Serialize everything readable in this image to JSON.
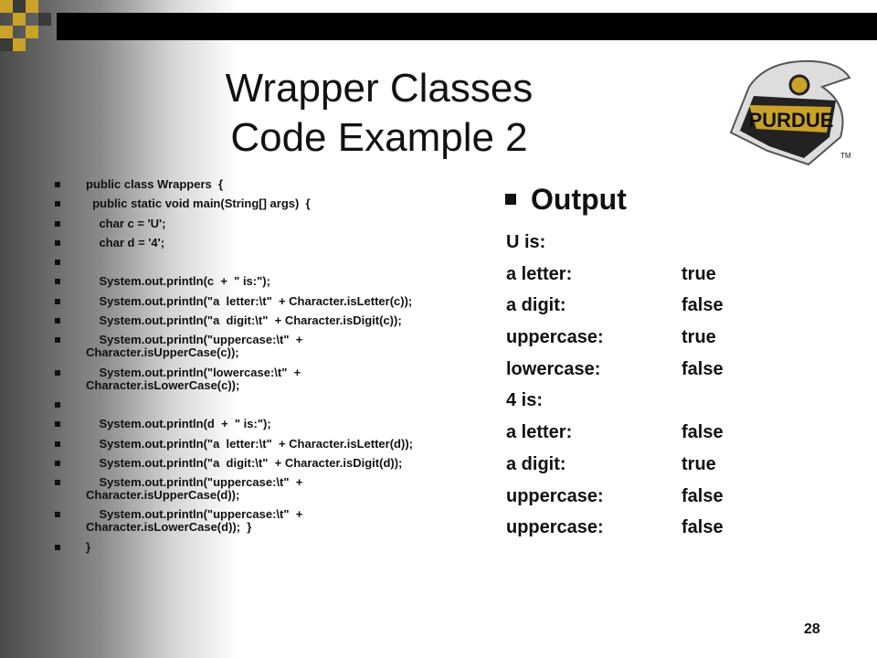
{
  "slide": {
    "title_line1": "Wrapper Classes",
    "title_line2": "Code Example 2",
    "page_number": "28"
  },
  "logo": {
    "text": "PURDUE",
    "tm": "TM"
  },
  "code_lines": [
    "public class Wrappers  {",
    "  public static void main(String[] args)  {",
    "    char c = 'U';",
    "    char d = '4';",
    "",
    "    System.out.println(c  +  \" is:\");",
    "    System.out.println(\"a  letter:\\t\"  + Character.isLetter(c));",
    "    System.out.println(\"a  digit:\\t\"  + Character.isDigit(c));",
    "    System.out.println(\"uppercase:\\t\"  +\nCharacter.isUpperCase(c));",
    "    System.out.println(\"lowercase:\\t\"  +\nCharacter.isLowerCase(c));",
    "",
    "    System.out.println(d  +  \" is:\");",
    "    System.out.println(\"a  letter:\\t\"  + Character.isLetter(d));",
    "    System.out.println(\"a  digit:\\t\"  + Character.isDigit(d));",
    "    System.out.println(\"uppercase:\\t\"  +\nCharacter.isUpperCase(d));",
    "    System.out.println(\"uppercase:\\t\"  +\nCharacter.isLowerCase(d));  }",
    "}"
  ],
  "output": {
    "heading": "Output",
    "rows": [
      {
        "k": "U is:",
        "v": ""
      },
      {
        "k": "a letter:",
        "v": "true"
      },
      {
        "k": "a digit:",
        "v": "false"
      },
      {
        "k": "uppercase:",
        "v": "true"
      },
      {
        "k": "lowercase:",
        "v": "false"
      },
      {
        "k": "4 is:",
        "v": ""
      },
      {
        "k": "a letter:",
        "v": "false"
      },
      {
        "k": "a digit:",
        "v": "true"
      },
      {
        "k": "uppercase:",
        "v": "false"
      },
      {
        "k": "uppercase:",
        "v": "false"
      }
    ]
  }
}
